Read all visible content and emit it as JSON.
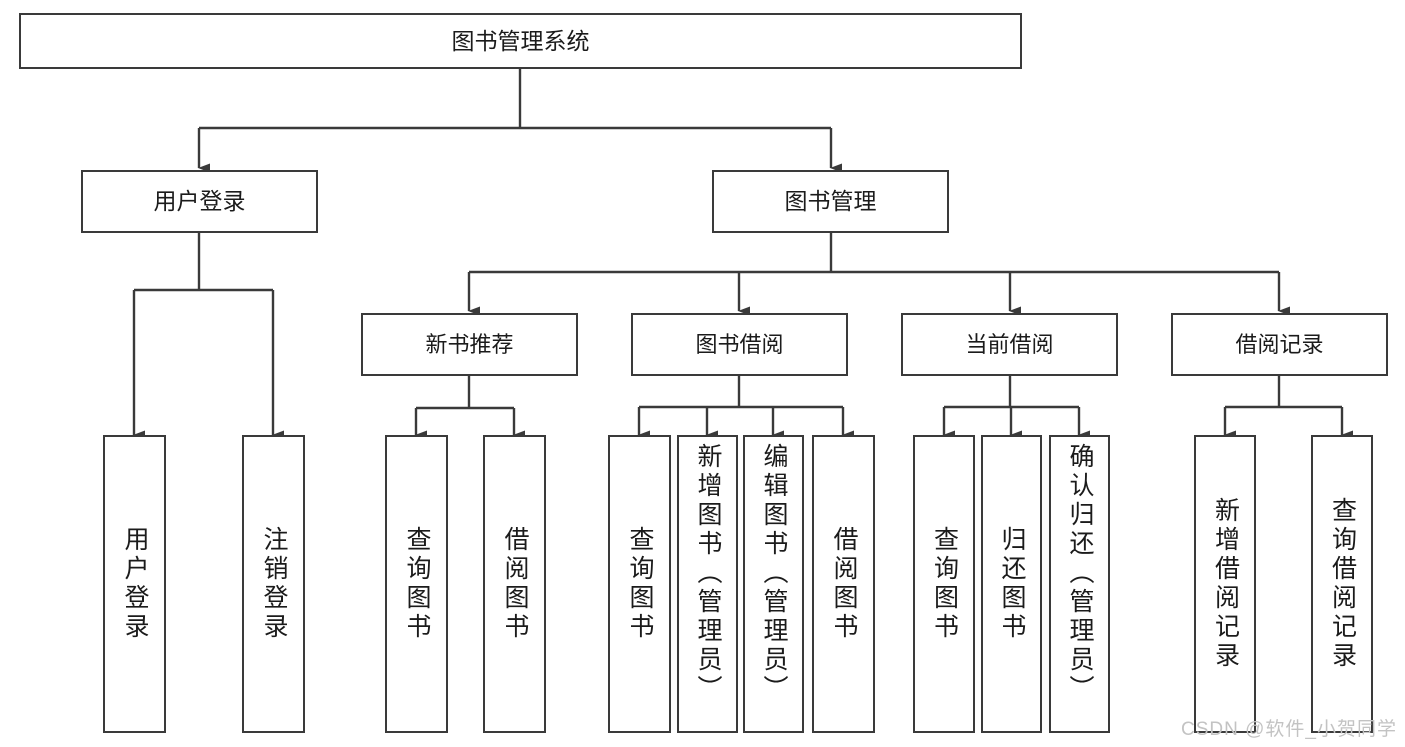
{
  "diagram": {
    "type": "tree-hierarchy-chart",
    "title": "图书管理系统",
    "colors": {
      "border": "#3a3a3a",
      "background": "#ffffff",
      "text": "#1b1b1b",
      "watermark": "#c3c3c3"
    },
    "root": {
      "id": "root",
      "label": "图书管理系统"
    },
    "level1": [
      {
        "id": "user-login",
        "label": "用户登录"
      },
      {
        "id": "book-management",
        "label": "图书管理"
      }
    ],
    "level2": [
      {
        "id": "new-book-recommend",
        "label": "新书推荐",
        "parent": "book-management"
      },
      {
        "id": "book-borrow",
        "label": "图书借阅",
        "parent": "book-management"
      },
      {
        "id": "current-borrow",
        "label": "当前借阅",
        "parent": "book-management"
      },
      {
        "id": "borrow-record",
        "label": "借阅记录",
        "parent": "book-management"
      }
    ],
    "leaves": [
      {
        "id": "leaf-user-login",
        "label": "用户登录",
        "parent": "user-login"
      },
      {
        "id": "leaf-logout-login",
        "label": "注销登录",
        "parent": "user-login"
      },
      {
        "id": "leaf-query-book-1",
        "label": "查询图书",
        "parent": "new-book-recommend"
      },
      {
        "id": "leaf-borrow-book-1",
        "label": "借阅图书",
        "parent": "new-book-recommend"
      },
      {
        "id": "leaf-query-book-2",
        "label": "查询图书",
        "parent": "book-borrow"
      },
      {
        "id": "leaf-add-book-admin",
        "label": "新增图书（管理员）",
        "parent": "book-borrow"
      },
      {
        "id": "leaf-edit-book-admin",
        "label": "编辑图书（管理员）",
        "parent": "book-borrow"
      },
      {
        "id": "leaf-borrow-book-2",
        "label": "借阅图书",
        "parent": "book-borrow"
      },
      {
        "id": "leaf-query-book-3",
        "label": "查询图书",
        "parent": "current-borrow"
      },
      {
        "id": "leaf-return-book",
        "label": "归还图书",
        "parent": "current-borrow"
      },
      {
        "id": "leaf-confirm-return-admin",
        "label": "确认归还（管理员）",
        "parent": "current-borrow"
      },
      {
        "id": "leaf-add-borrow-record",
        "label": "新增借阅记录",
        "parent": "borrow-record"
      },
      {
        "id": "leaf-query-borrow-record",
        "label": "查询借阅记录",
        "parent": "borrow-record"
      }
    ],
    "watermark": "CSDN @软件_小贺同学"
  }
}
